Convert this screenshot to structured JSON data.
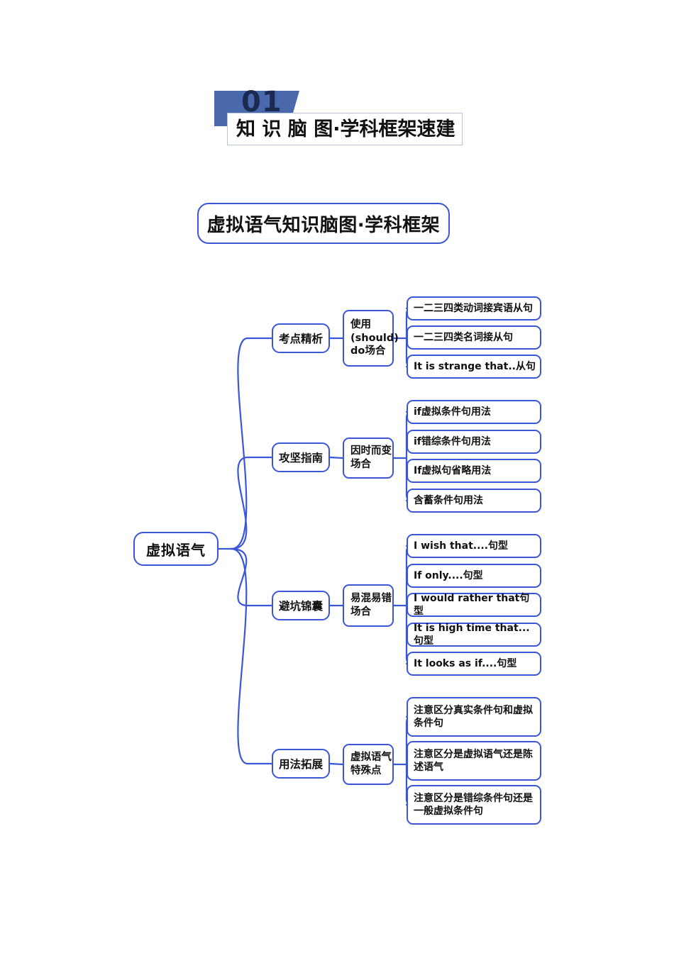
{
  "section_header": {
    "badge_number": "01",
    "bar_text": "知 识 脑 图·学科框架速建",
    "badge_color": "#4a69ad",
    "badge_number_color": "#1b2a52",
    "bar_border_color": "#b9c3d8"
  },
  "main_title": {
    "text": "虚拟语气知识脑图·学科框架",
    "border_color": "#3b56d9"
  },
  "mindmap": {
    "node_border_color": "#3b56d9",
    "connector_color": "#3b56d9",
    "root": {
      "label": "虚拟语气"
    },
    "groups": [
      {
        "branch": "考点精析",
        "mid": "使用\n(should)\ndo场合",
        "leaves": [
          "一二三四类动词接宾语从句",
          "一二三四类名词接从句",
          "It is strange that..从句"
        ]
      },
      {
        "branch": "攻坚指南",
        "mid": "因时而变\n场合",
        "leaves": [
          "if虚拟条件句用法",
          "if错综条件句用法",
          "If虚拟句省略用法",
          "含蓄条件句用法"
        ]
      },
      {
        "branch": "避坑锦囊",
        "mid": "易混易错\n场合",
        "leaves": [
          "I wish that....句型",
          "If only....句型",
          "I would rather that句型",
          "It is high time that...句型",
          "It looks as if....句型"
        ]
      },
      {
        "branch": "用法拓展",
        "mid": "虚拟语气\n特殊点",
        "leaves": [
          "注意区分真实条件句和虚拟\n条件句",
          "注意区分是虚拟语气还是陈\n述语气",
          "注意区分是错综条件句还是\n一般虚拟条件句"
        ]
      }
    ]
  }
}
